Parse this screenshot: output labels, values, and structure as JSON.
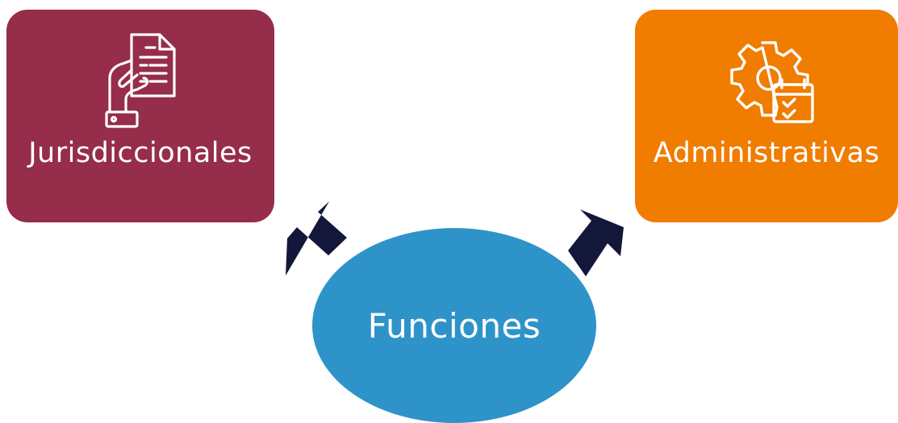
{
  "nodes": {
    "left": {
      "label": "Jurisdiccionales",
      "color": "#962D4A",
      "icon": "hand-document-icon"
    },
    "right": {
      "label": "Administrativas",
      "color": "#F07C00",
      "icon": "gear-calendar-icon"
    },
    "center": {
      "label": "Funciones",
      "color": "#2E93C8"
    }
  },
  "edges": [
    {
      "from": "center",
      "to": "left"
    },
    {
      "from": "center",
      "to": "right"
    }
  ],
  "colors": {
    "arrow": "#13183A",
    "icon_stroke": "#FFFFFF"
  }
}
